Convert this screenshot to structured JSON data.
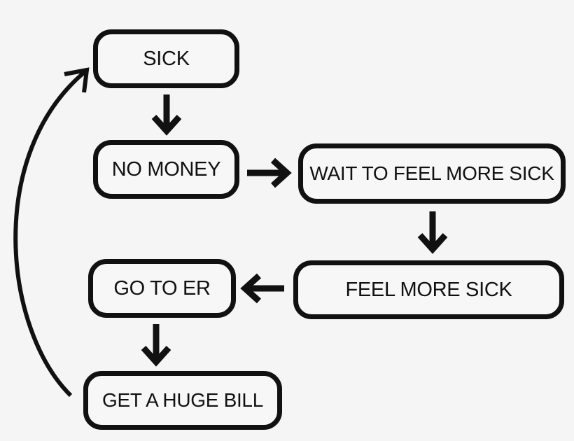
{
  "nodes": {
    "sick": "SICK",
    "no_money": "NO MONEY",
    "wait": "WAIT TO FEEL MORE SICK",
    "feel_more_sick": "FEEL MORE SICK",
    "go_to_er": "GO TO ER",
    "bill": "GET A HUGE BILL"
  },
  "colors": {
    "background": "#f5f5f5",
    "stroke": "#111111"
  }
}
